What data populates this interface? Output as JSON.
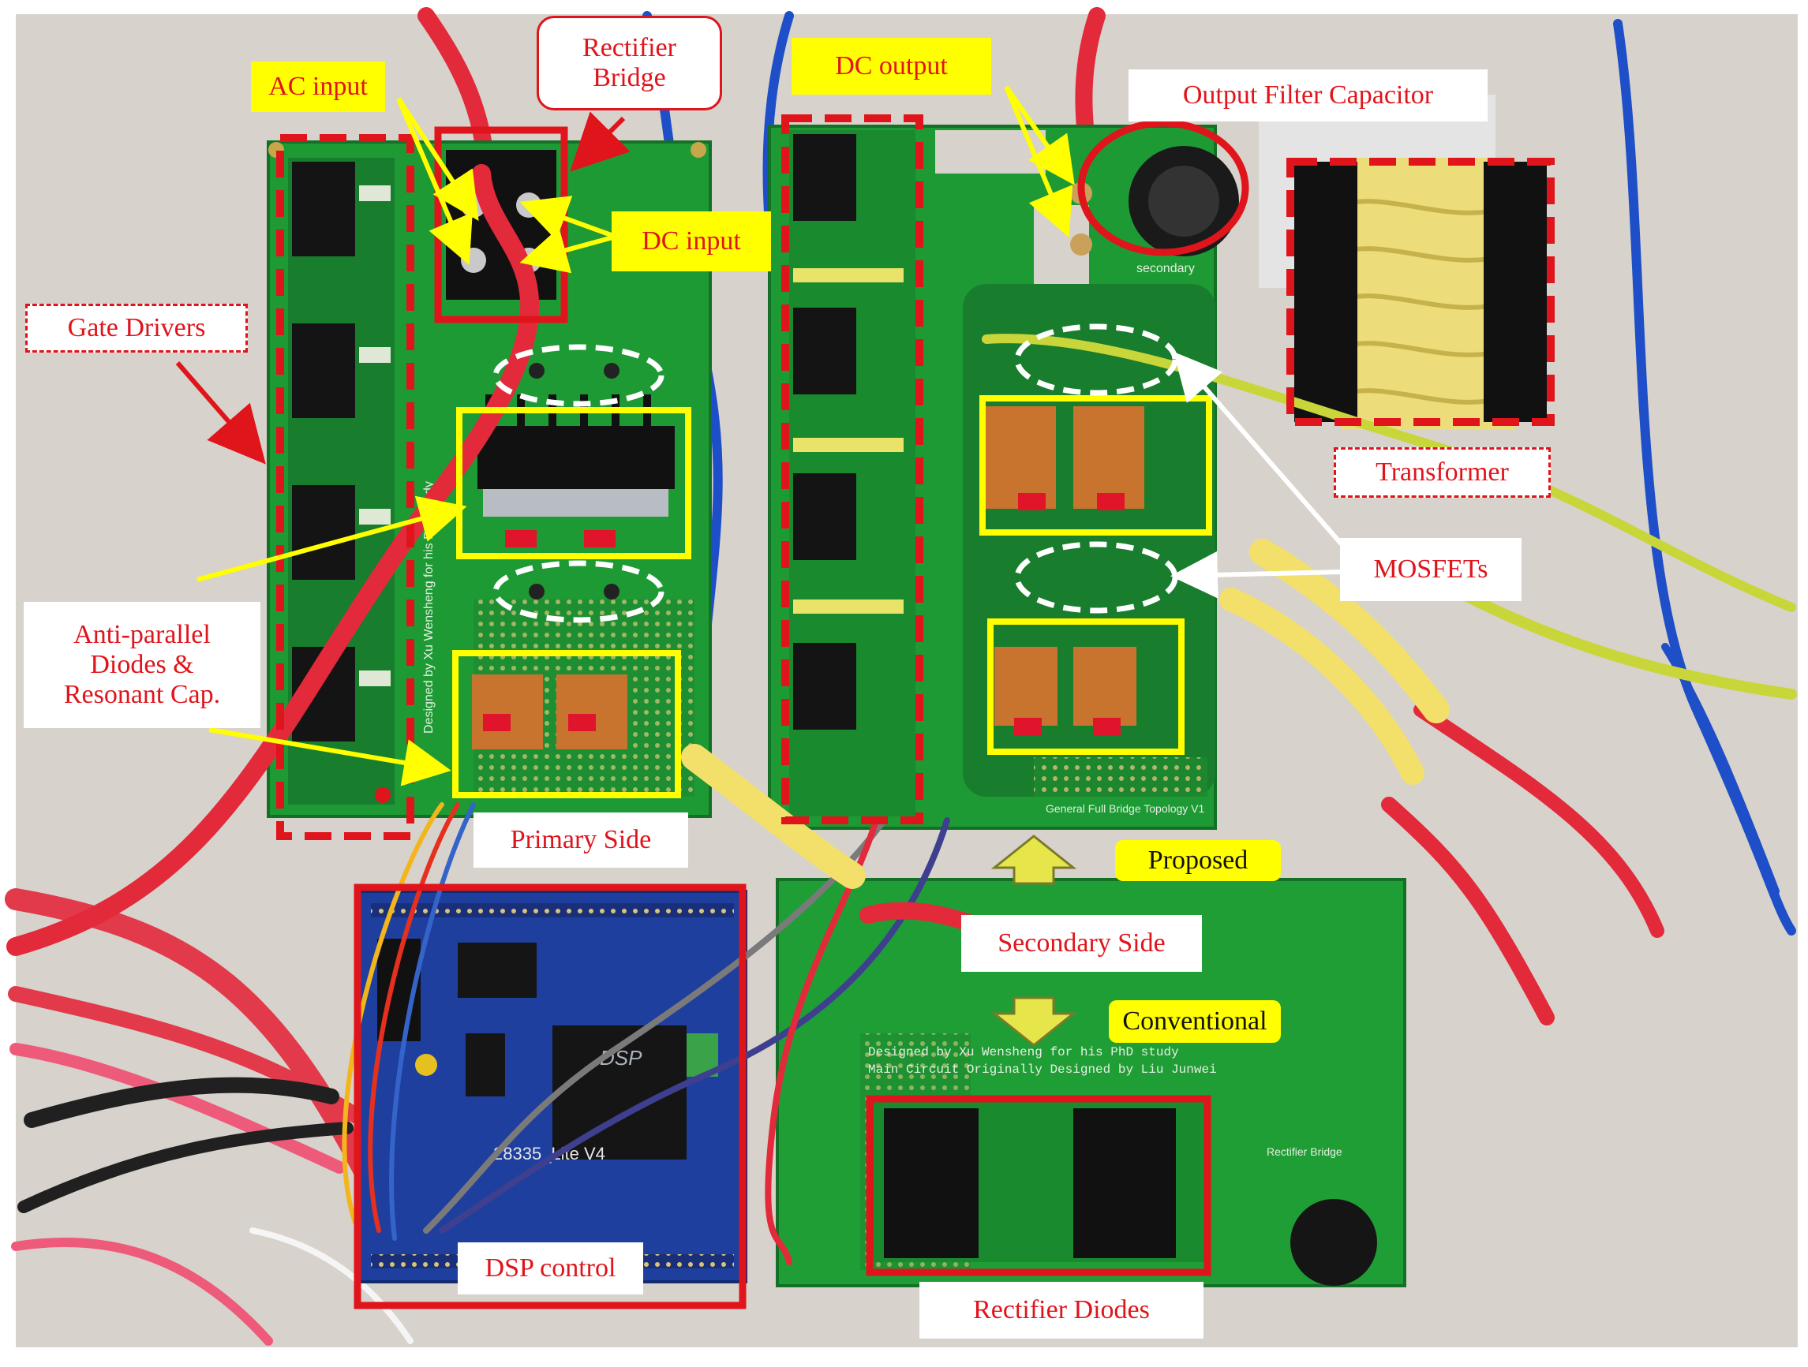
{
  "labels": {
    "ac_input": "AC input",
    "rectifier_bridge": "Rectifier Bridge",
    "dc_output": "DC output",
    "output_filter_capacitor": "Output Filter Capacitor",
    "dc_input": "DC input",
    "gate_drivers": "Gate Drivers",
    "transformer": "Transformer",
    "mosfets": "MOSFETs",
    "anti_parallel": "Anti-parallel Diodes & Resonant Cap.",
    "primary_side": "Primary Side",
    "proposed": "Proposed",
    "secondary_side": "Secondary Side",
    "conventional": "Conventional",
    "dsp_control": "DSP control",
    "rectifier_diodes": "Rectifier Diodes"
  },
  "board_silkscreen": {
    "primary_credit": "Designed by Xu Wensheng for his PhD study",
    "secondary_title": "General Full Bridge Topology V1",
    "lower_credit_1": "Designed by Xu Wensheng for his PhD study",
    "lower_credit_2": "Main Circuit Originally Designed by Liu Junwei",
    "dsp_model": "28335_Lite V4",
    "dsp_logo": "DSP",
    "secondary_text": "secondary",
    "rectifier_bridge_silk": "Rectifier Bridge"
  },
  "colors": {
    "annotation_red": "#e0141b",
    "label_yellow": "#ffff00",
    "pcb_green": "#1e9a35",
    "dsp_blue": "#1f3f9e"
  }
}
